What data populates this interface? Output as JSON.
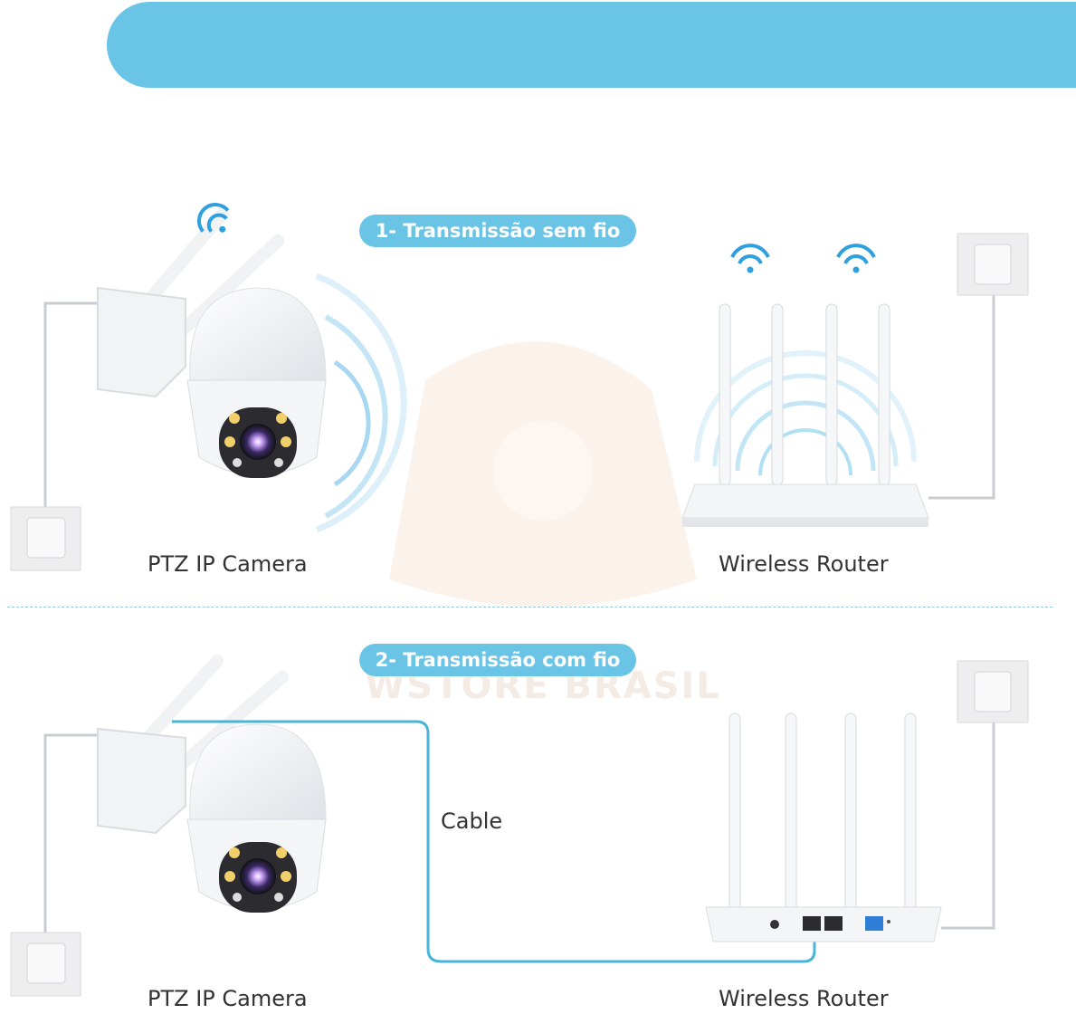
{
  "sections": [
    {
      "title": "1- Transmissão sem fio",
      "camera_label": "PTZ IP Camera",
      "router_label": "Wireless Router"
    },
    {
      "title": "2- Transmissão com fio",
      "camera_label": "PTZ IP Camera",
      "router_label": "Wireless Router",
      "cable_label": "Cable"
    }
  ],
  "watermark": "WSTORE BRASIL",
  "colors": {
    "accent": "#6ac4e6",
    "wifi": "#2f9fde",
    "cable": "#49b4da",
    "device": "#f2f3f5"
  },
  "icons": [
    "wifi-icon",
    "power-outlet-icon",
    "ptz-camera-icon",
    "router-icon",
    "signal-wave-icon",
    "ethernet-port-icon"
  ]
}
